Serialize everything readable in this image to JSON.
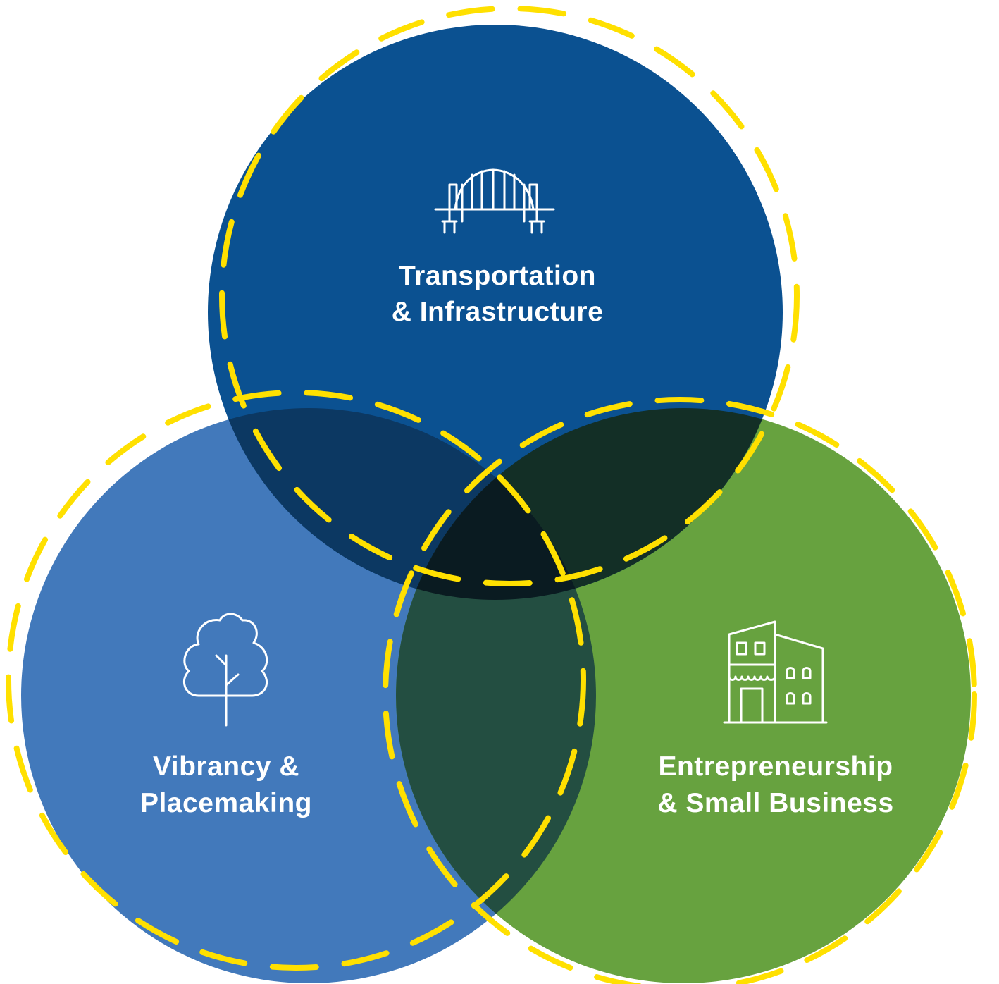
{
  "colors": {
    "transportation": "#0b5191",
    "vibrancy": "#4279bb",
    "entrepreneurship": "#67a23f",
    "overlap_transport_vibrancy": "#0c3862",
    "overlap_transport_entrepreneurship": "#132f26",
    "overlap_vibrancy_entrepreneurship": "#234e41",
    "overlap_all": "#0a1b21",
    "dashed_outline": "#ffe000",
    "text": "#ffffff"
  },
  "circles": [
    {
      "id": "transportation",
      "label_line1": "Transportation",
      "label_line2": "& Infrastructure",
      "icon": "bridge-icon"
    },
    {
      "id": "vibrancy",
      "label_line1": "Vibrancy &",
      "label_line2": "Placemaking",
      "icon": "tree-icon"
    },
    {
      "id": "entrepreneurship",
      "label_line1": "Entrepreneurship",
      "label_line2": "& Small Business",
      "icon": "storefront-icon"
    }
  ]
}
